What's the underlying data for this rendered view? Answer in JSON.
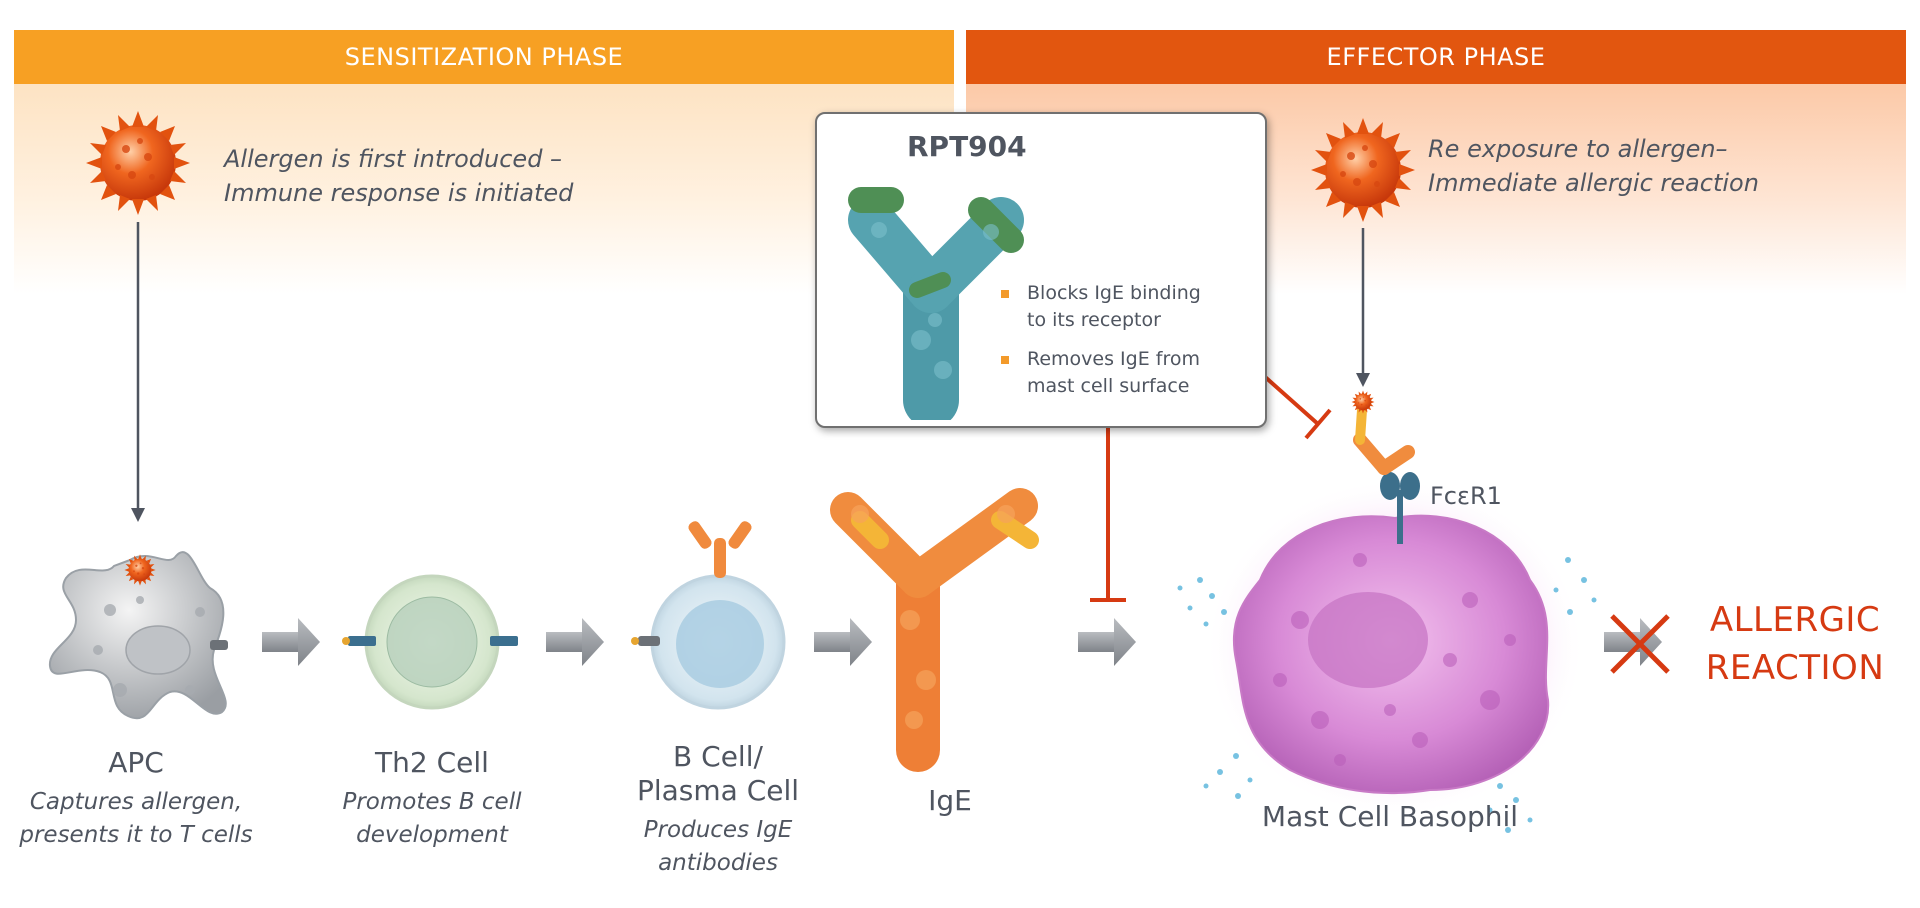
{
  "phases": {
    "sensitization": "SENSITIZATION PHASE",
    "effector": "EFFECTOR PHASE"
  },
  "notes": {
    "sensitization_line1": "Allergen is first introduced –",
    "sensitization_line2": "Immune response is initiated",
    "effector_line1": "Re exposure to allergen–",
    "effector_line2": "Immediate allergic reaction"
  },
  "rpt904": {
    "title": "RPT904",
    "bullet1_line1": "Blocks IgE binding",
    "bullet1_line2": "to its receptor",
    "bullet2_line1": "Removes IgE from",
    "bullet2_line2": "mast cell surface"
  },
  "cells": {
    "apc": {
      "name": "APC",
      "desc_line1": "Captures allergen,",
      "desc_line2": "presents it to T cells"
    },
    "th2": {
      "name": "Th2 Cell",
      "desc_line1": "Promotes B cell",
      "desc_line2": "development"
    },
    "bcell": {
      "name_line1": "B Cell/",
      "name_line2": "Plasma Cell",
      "desc_line1": "Produces IgE",
      "desc_line2": "antibodies"
    },
    "ige": {
      "name": "IgE"
    },
    "mast": {
      "name": "Mast Cell Basophil",
      "receptor": "FcεR1"
    }
  },
  "outcome": {
    "line1": "ALLERGIC",
    "line2": "REACTION"
  },
  "colors": {
    "sensitization_band": "#f7a023",
    "effector_band": "#e2560f",
    "inhibition": "#d63a12",
    "text": "#4f5560"
  }
}
